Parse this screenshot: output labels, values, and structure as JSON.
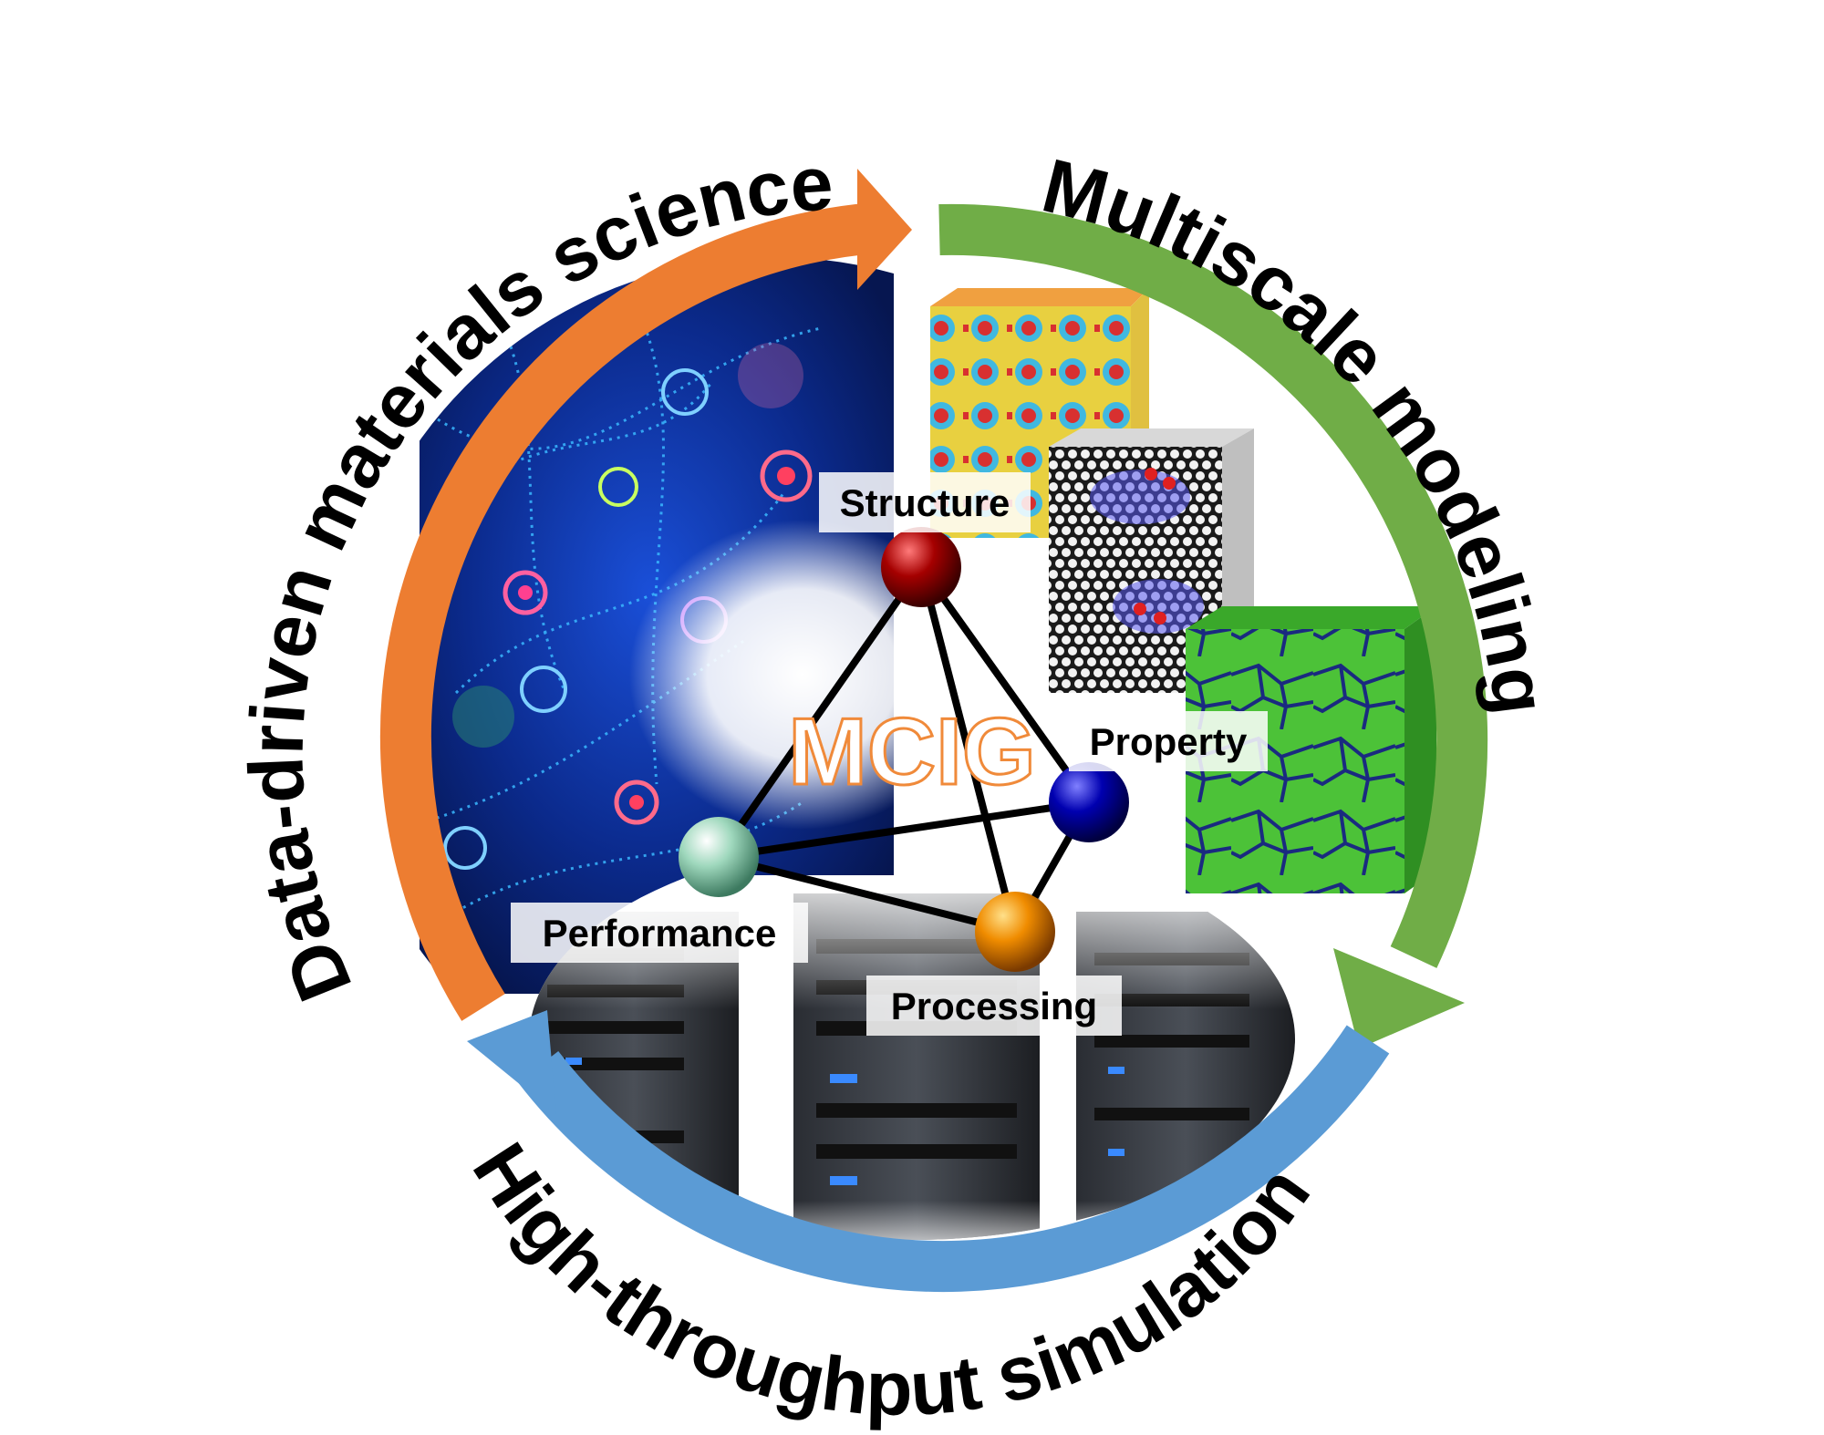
{
  "center": {
    "title": "MCIG"
  },
  "arcs": {
    "data_driven": "Data-driven materials science",
    "multiscale": "Multiscale modeling",
    "high_throughput": "High-throughput simulation"
  },
  "nodes": {
    "structure": "Structure",
    "property": "Property",
    "performance": "Performance",
    "processing": "Processing"
  },
  "colors": {
    "orange_arc": "#ed7d31",
    "green_arc": "#70ad47",
    "blue_arc": "#5b9bd5",
    "structure_sphere": "#8b0000",
    "property_sphere": "#00008b",
    "performance_sphere": "#8fcfb0",
    "processing_sphere": "#f08c00"
  }
}
